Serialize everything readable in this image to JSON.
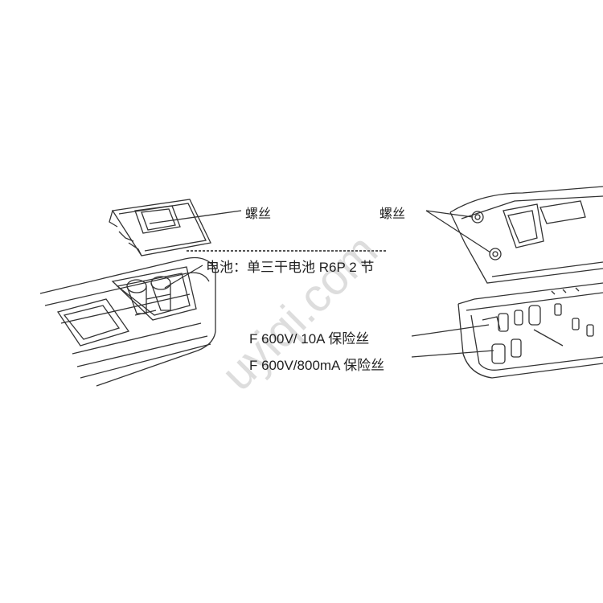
{
  "labels": {
    "screw_left": "螺丝",
    "screw_right": "螺丝",
    "battery": "电池：单三干电池 R6P 2 节",
    "fuse_10a": "F 600V/ 10A 保险丝",
    "fuse_800ma": "F 600V/800mA 保险丝"
  },
  "watermark": "uyiqi.com",
  "colors": {
    "line": "#333333",
    "text": "#222222"
  }
}
